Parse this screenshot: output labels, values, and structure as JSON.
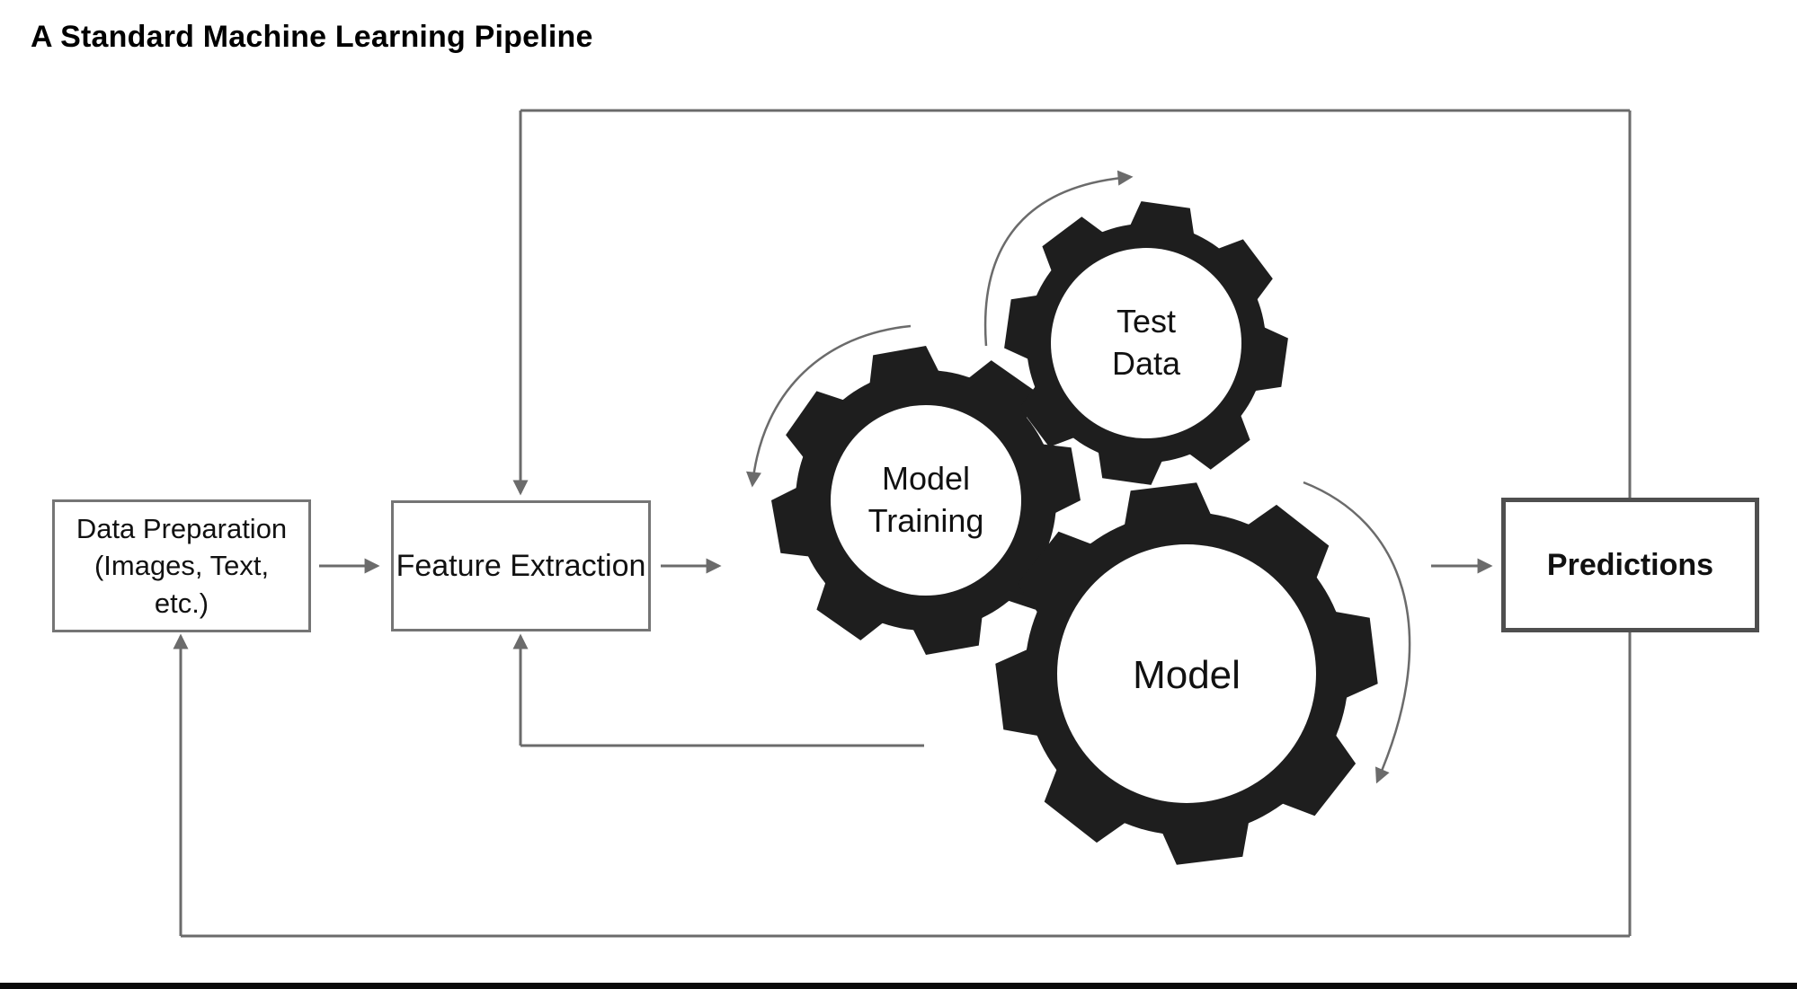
{
  "title": "A Standard Machine Learning Pipeline",
  "boxes": {
    "data_preparation": {
      "label": "Data Preparation\n(Images, Text,\netc.)"
    },
    "feature_extraction": {
      "label": "Feature Extraction"
    },
    "predictions": {
      "label": "Predictions"
    }
  },
  "gears": {
    "model_training": {
      "label": "Model\nTraining"
    },
    "test_data": {
      "label": "Test\nData"
    },
    "model": {
      "label": "Model"
    }
  },
  "colors": {
    "text": "#111111",
    "line": "#6b6b6b",
    "gear": "#1e1e1e",
    "box_border": "#757575",
    "predictions_border": "#4f4f4f",
    "bottom_bar": "#0a0a0a"
  }
}
